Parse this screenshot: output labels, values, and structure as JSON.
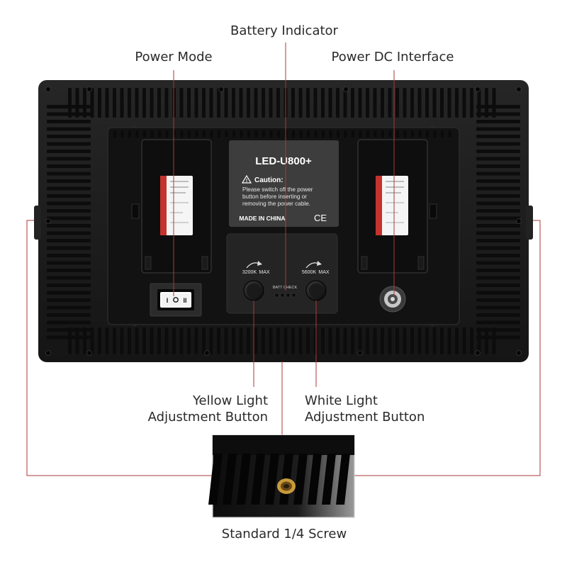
{
  "callouts": {
    "battery_indicator": "Battery Indicator",
    "power_mode": "Power Mode",
    "power_dc": "Power DC Interface",
    "yellow_light_line1": "Yellow Light",
    "yellow_light_line2": "Adjustment Button",
    "white_light_line1": "White Light",
    "white_light_line2": "Adjustment Button",
    "screw": "Standard 1/4 Screw"
  },
  "device": {
    "model": "LED-U800+",
    "caution_title": "Caution:",
    "caution_line1": "Please switch off the power",
    "caution_line2": "button before inserting or",
    "caution_line3": "removing the power cable.",
    "made_in": "MADE IN CHINA",
    "ce_mark": "CE",
    "knob_left_label": "3200K",
    "knob_left_max": "MAX",
    "knob_right_label": "5600K",
    "knob_right_max": "MAX",
    "batt_check": "BATT CHECK"
  },
  "colors": {
    "leader_line": "#a83a3a",
    "body": "#1c1c1c",
    "panel": "#111111",
    "label_red": "#c4332c"
  }
}
